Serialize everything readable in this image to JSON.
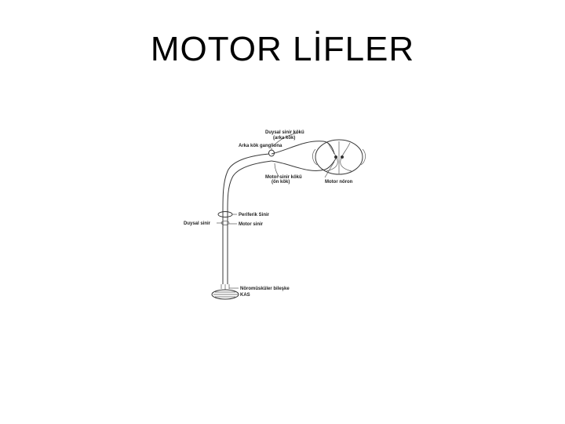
{
  "title": "MOTOR LİFLER",
  "labels": {
    "dorsal_root": "Duysal sinir kökü",
    "dorsal_root_sub": "(arka kök)",
    "dorsal_ganglion": "Arka kök gangliona",
    "motor_root": "Motor sinir kökü",
    "motor_root_sub": "(ön kök)",
    "motor_neuron": "Motor nöron",
    "peripheral_nerve": "Periferik Sinir",
    "sensory_nerve": "Duysal sinir",
    "motor_nerve": "Motor sinir",
    "nmj": "Nöromüsküler bileşke",
    "muscle": "KAS"
  },
  "colors": {
    "line": "#3a3a3a",
    "text": "#222222",
    "background": "#ffffff"
  }
}
